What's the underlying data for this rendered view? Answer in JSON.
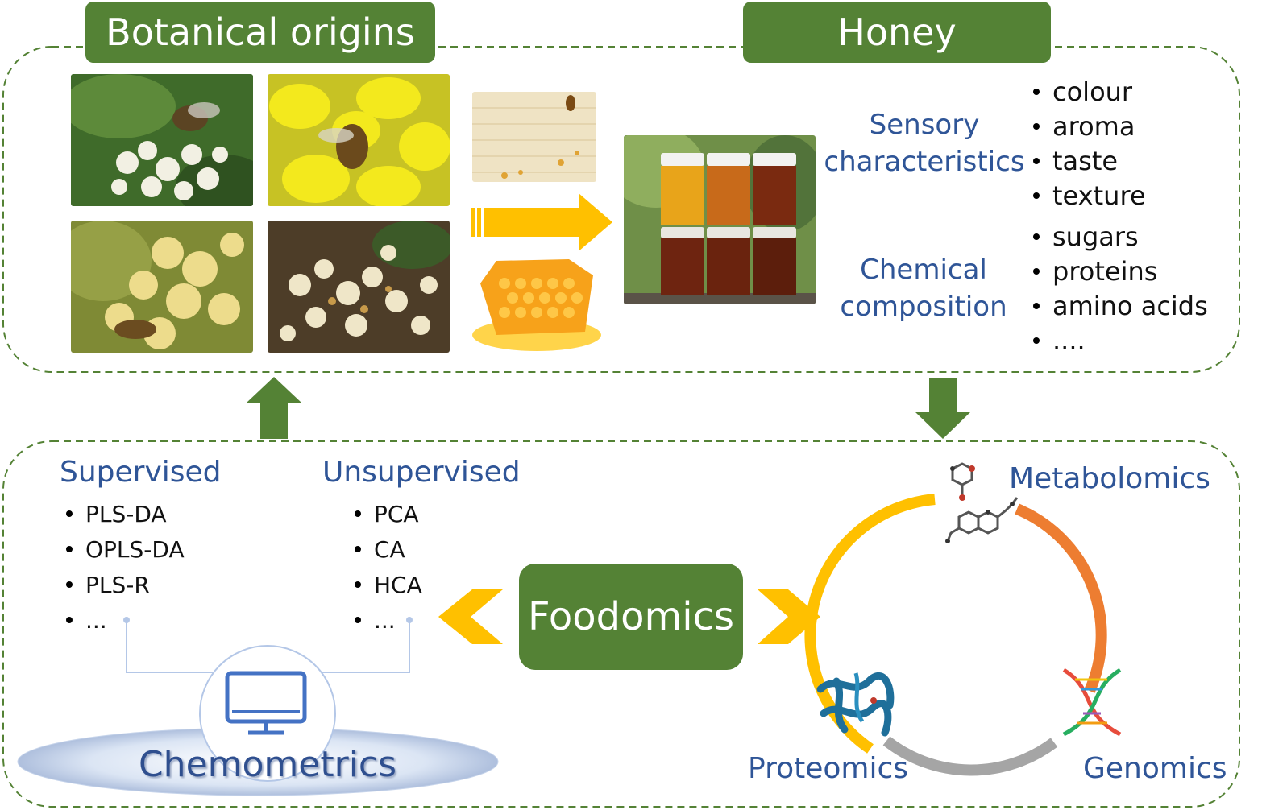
{
  "top": {
    "botanical_title": "Botanical origins",
    "honey_title": "Honey",
    "sensory_label": "Sensory characteristics",
    "sensory_items": [
      "colour",
      "aroma",
      "taste",
      "texture"
    ],
    "chemical_label": "Chemical composition",
    "chemical_items": [
      "sugars",
      "proteins",
      "amino acids",
      "...."
    ]
  },
  "bottom": {
    "supervised_title": "Supervised",
    "supervised_items": [
      "PLS-DA",
      "OPLS-DA",
      "PLS-R",
      "..."
    ],
    "unsupervised_title": "Unsupervised",
    "unsupervised_items": [
      "PCA",
      "CA",
      "HCA",
      "..."
    ],
    "foodomics_label": "Foodomics",
    "chemometrics_label": "Chemometrics",
    "metabolomics_label": "Metabolomics",
    "proteomics_label": "Proteomics",
    "genomics_label": "Genomics"
  },
  "colors": {
    "green": "#548235",
    "label_blue": "#2f5597",
    "arrow_yellow": "#ffc000",
    "cycle_yellow": "#ffc000",
    "cycle_orange": "#ed7d31",
    "cycle_gray": "#a5a5a5"
  },
  "icons": [
    "monitor-icon",
    "molecule-icon",
    "protein-icon",
    "dna-icon"
  ]
}
